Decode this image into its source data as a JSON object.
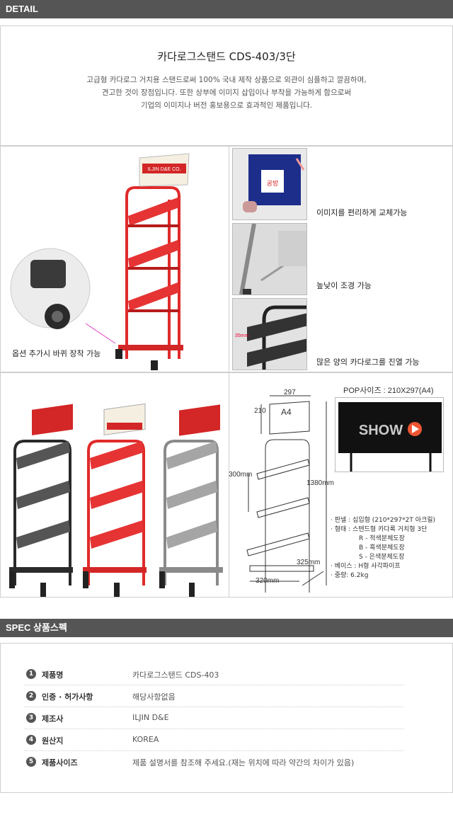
{
  "detail_header": "DETAIL",
  "intro": {
    "title": "카다로그스탠드 CDS-403/3단",
    "lines": [
      "고급형 카다로그 거치용 스탠드로써 100% 국내 제작 상품으로 외관이 심플하고 깔끔하며,",
      "견고한 것이 장점입니다. 또한 상부에 이미지 삽입이나 부착을 가능하게 함으로써",
      "기업의 이미지나 버전 홍보용으로 효과적인 제품입니다."
    ]
  },
  "features": {
    "wheel_caption": "옵션 추가시 바퀴 장착 가능",
    "image_caption": "이미지를 편리하게 교체가능",
    "height_caption": "높낮이 조경 가능",
    "catalog_caption": "많은 양의 카다로그를 진열 가능",
    "shelf_dim": "35mm",
    "brand_label": "ILJIN D&E CO.",
    "sign_text": "공방"
  },
  "diagram": {
    "pop_size": "POP사이즈 : 210X297(A4)",
    "pop_logo": "SHOW",
    "width": "297",
    "height_top": "210",
    "paper": "A4",
    "shelf_gap": "300mm",
    "total_height": "1380mm",
    "base_width": "320mm",
    "base_depth": "325mm",
    "notes": [
      "· 판넬 : 십입형 (210*297*2T 아크릴)",
      "· 형태 : 스텐드형 카다록 거치형 3단",
      "R - 적색분체도장",
      "B - 흑색분체도장",
      "S - 은색분체도장",
      "· 베이스 : H형 사각파이프",
      "· 중량: 6.2kg"
    ]
  },
  "colors": {
    "red": "#e02a2a",
    "black": "#2a2a2a",
    "silver": "#8a8a8a"
  },
  "spec_header": "SPEC 상품스펙",
  "spec": [
    {
      "num": "1",
      "label": "제품명",
      "value": "카다로그스탠드 CDS-403"
    },
    {
      "num": "2",
      "label": "인증 · 허가사항",
      "value": "해당사항없음"
    },
    {
      "num": "3",
      "label": "제조사",
      "value": "ILJIN D&E"
    },
    {
      "num": "4",
      "label": "원산지",
      "value": "KOREA"
    },
    {
      "num": "5",
      "label": "제품사이즈",
      "value": "제품 설명서를 참조해 주세요.(재는 위치에 따라 약간의 차이가 있음)"
    }
  ]
}
